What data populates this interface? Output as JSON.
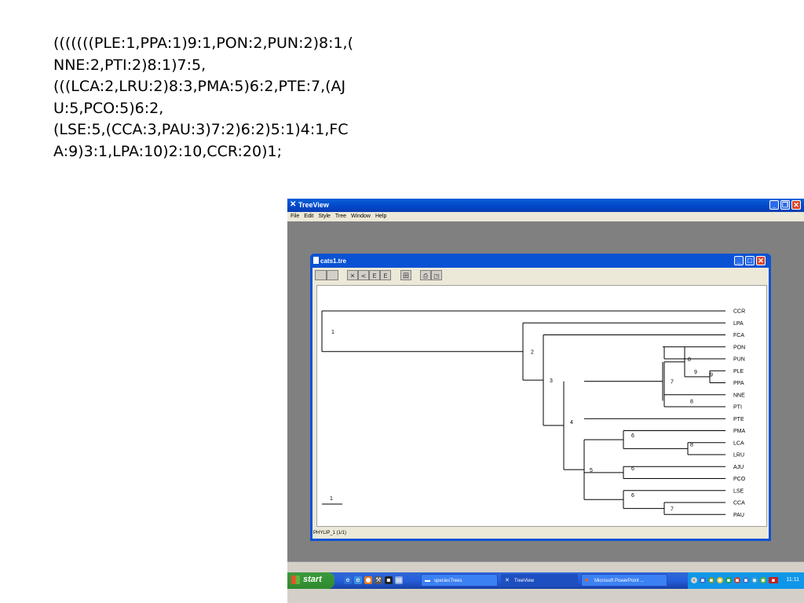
{
  "newick_lines": [
    "(((((((PLE:1,PPA:1)9:1,PON:2,PUN:2)8:1,(",
    "NNE:2,PTI:2)8:1)7:5,",
    "(((LCA:2,LRU:2)8:3,PMA:5)6:2,PTE:7,(AJ",
    "U:5,PCO:5)6:2,",
    "(LSE:5,(CCA:3,PAU:3)7:2)6:2)5:1)4:1,FC",
    "A:9)3:1,LPA:10)2:10,CCR:20)1;"
  ],
  "app": {
    "title": "TreeView",
    "menu": [
      "File",
      "Edit",
      "Style",
      "Tree",
      "Window",
      "Help"
    ]
  },
  "child": {
    "title": "cats1.tre",
    "status": "PHYLIP_1  (1/1)"
  },
  "tree": {
    "leaves": [
      "CCR",
      "LPA",
      "FCA",
      "PON",
      "PUN",
      "PLE",
      "PPA",
      "NNE",
      "PTI",
      "PTE",
      "PMA",
      "LCA",
      "LRU",
      "AJU",
      "PCO",
      "LSE",
      "CCA",
      "PAU"
    ],
    "node_labels": [
      "1",
      "2",
      "3",
      "7",
      "8",
      "9",
      "8",
      "4",
      "6",
      "8",
      "5",
      "6",
      "6",
      "7"
    ],
    "scale_label": "1"
  },
  "taskbar": {
    "start": "start",
    "tasks": [
      "speciesTrees",
      "TreeView",
      "Microsoft PowerPoint ..."
    ],
    "clock": "11:11"
  }
}
